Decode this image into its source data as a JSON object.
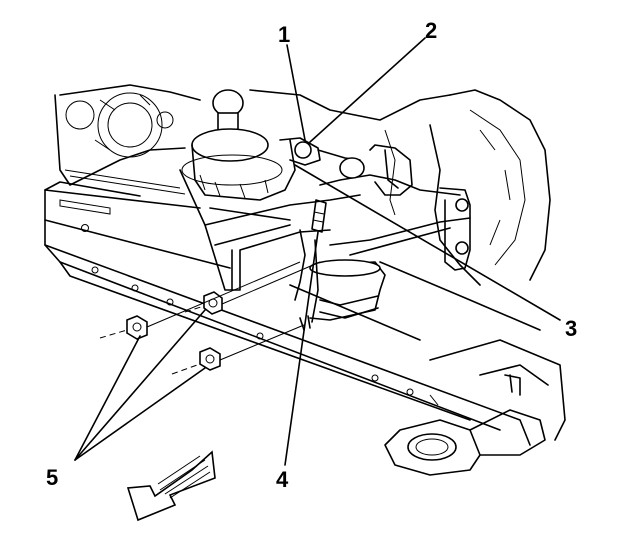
{
  "callouts": [
    {
      "id": "1",
      "label": "1"
    },
    {
      "id": "2",
      "label": "2"
    },
    {
      "id": "3",
      "label": "3"
    },
    {
      "id": "4",
      "label": "4"
    },
    {
      "id": "5",
      "label": "5"
    }
  ],
  "icons": {
    "direction_arrow": "front-direction-arrow-icon"
  },
  "colors": {
    "line": "#000000",
    "background": "#ffffff"
  }
}
